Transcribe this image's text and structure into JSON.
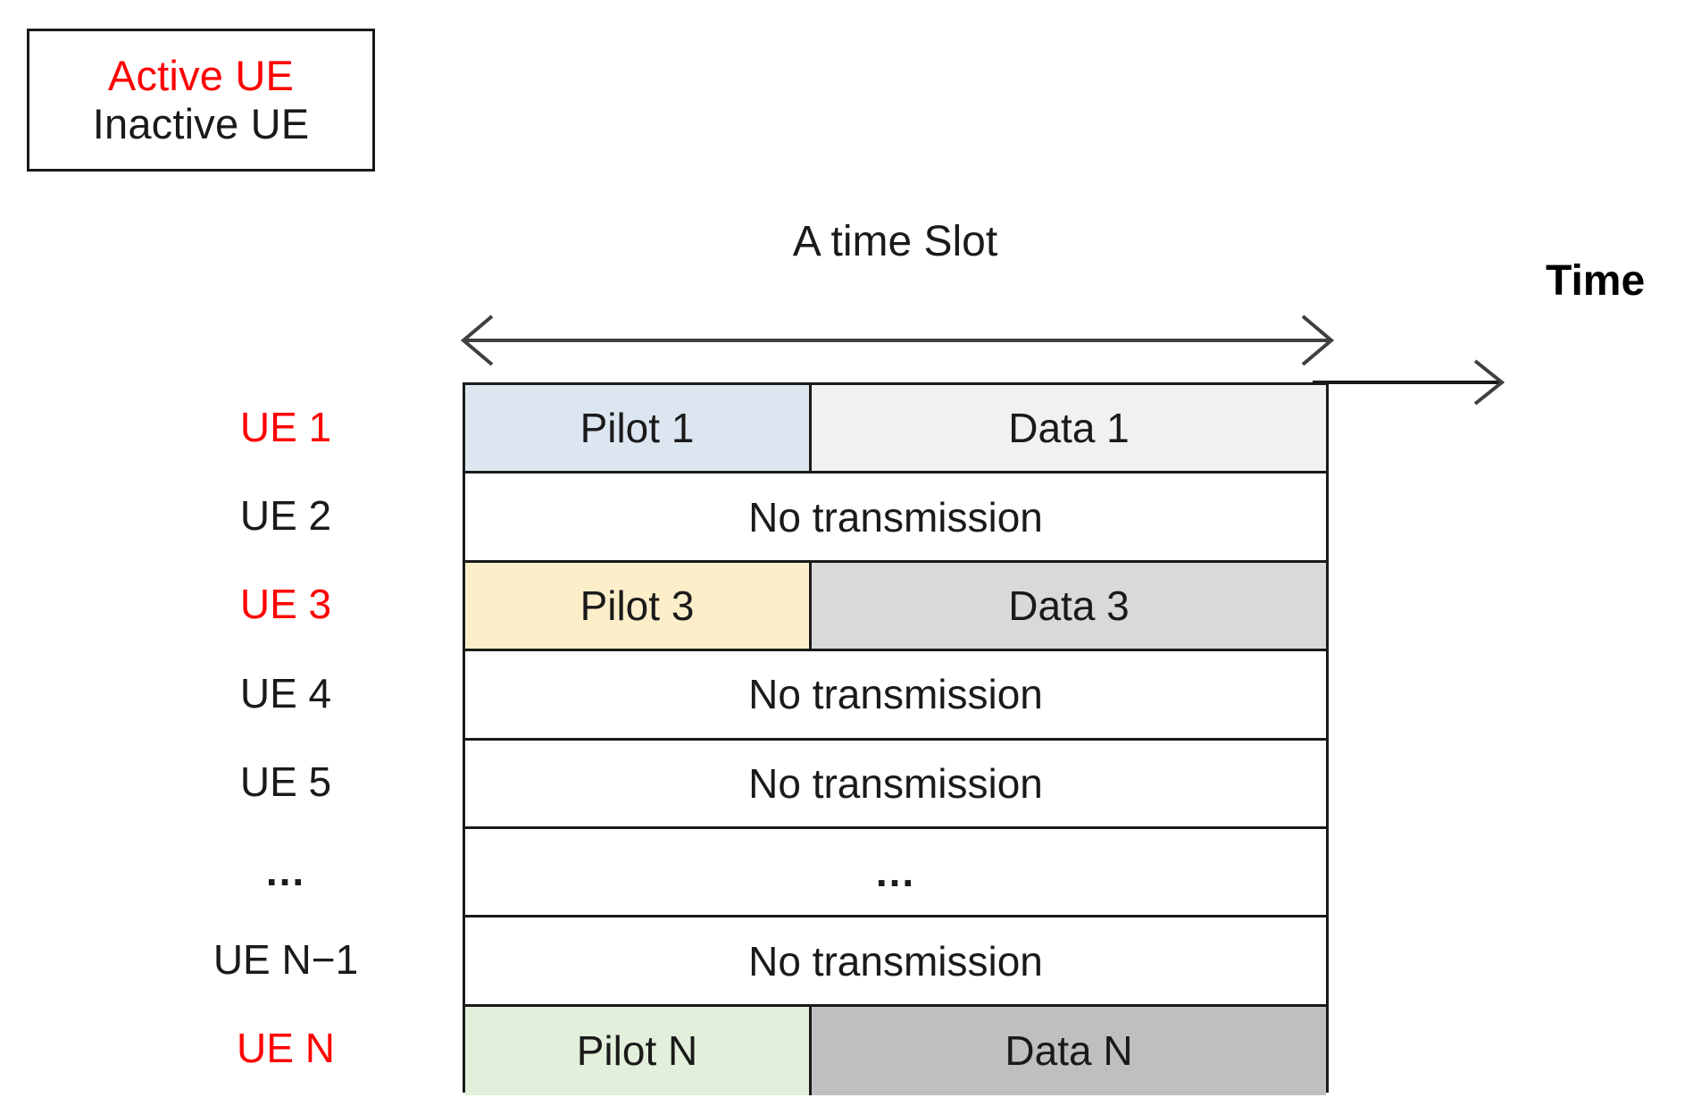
{
  "legend": {
    "active_label": "Active UE",
    "inactive_label": "Inactive UE",
    "active_color": "#ff0000",
    "inactive_color": "#1a1a1a"
  },
  "axis": {
    "slot_caption": "A time Slot",
    "time_label": "Time"
  },
  "ue_labels": [
    {
      "text": "UE 1",
      "state": "active"
    },
    {
      "text": "UE 2",
      "state": "inactive"
    },
    {
      "text": "UE 3",
      "state": "active"
    },
    {
      "text": "UE 4",
      "state": "inactive"
    },
    {
      "text": "UE 5",
      "state": "inactive"
    },
    {
      "text": "...",
      "state": "ellipsis"
    },
    {
      "text": "UE N−1",
      "state": "inactive"
    },
    {
      "text": "UE N",
      "state": "active"
    }
  ],
  "rows": [
    {
      "type": "transmit",
      "pilot_label": "Pilot 1",
      "data_label": "Data 1",
      "pilot_color": "#dce6f1",
      "data_color": "#f1f1f1"
    },
    {
      "type": "idle",
      "span_label": "No transmission",
      "span_color": "#ffffff"
    },
    {
      "type": "transmit",
      "pilot_label": "Pilot 3",
      "data_label": "Data 3",
      "pilot_color": "#fdeeca",
      "data_color": "#d9d9d9"
    },
    {
      "type": "idle",
      "span_label": "No transmission",
      "span_color": "#ffffff"
    },
    {
      "type": "idle",
      "span_label": "No transmission",
      "span_color": "#ffffff"
    },
    {
      "type": "ellipsis",
      "span_label": "...",
      "span_color": "#ffffff"
    },
    {
      "type": "idle",
      "span_label": "No transmission",
      "span_color": "#ffffff"
    },
    {
      "type": "transmit",
      "pilot_label": "Pilot N",
      "data_label": "Data N",
      "pilot_color": "#e2efda",
      "data_color": "#bfbfbf"
    }
  ]
}
